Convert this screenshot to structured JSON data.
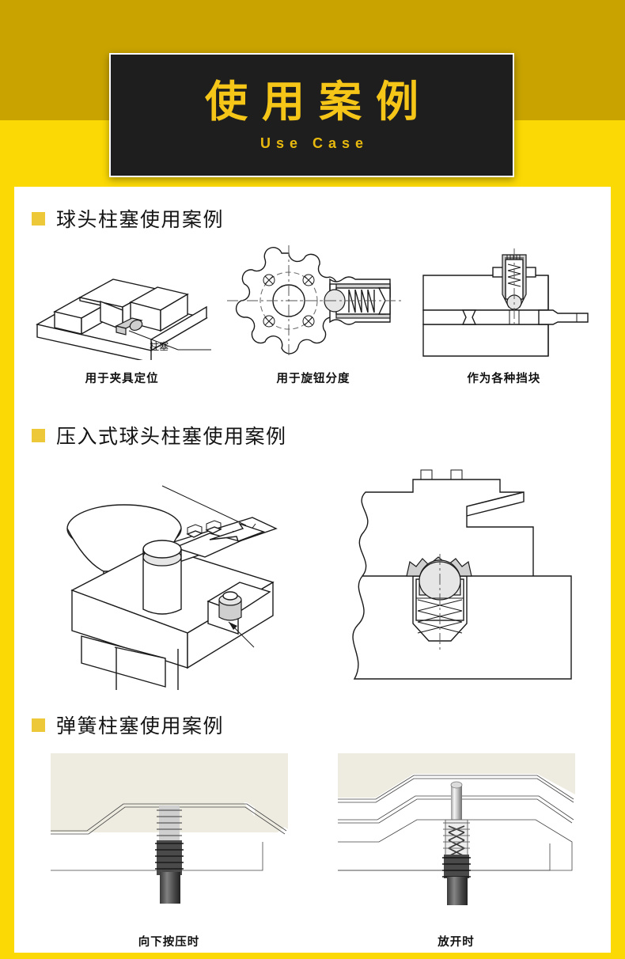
{
  "header": {
    "title_cn": "使用案例",
    "title_en": "Use Case",
    "band_color_top": "#c9a400",
    "band_color_main": "#fbd905",
    "plaque_bg": "#1e1e1e",
    "plaque_text_color": "#f5c518"
  },
  "sections": [
    {
      "id": "ball-plunger",
      "title": "球头柱塞使用案例",
      "bullet_color": "#edc838",
      "figures": [
        {
          "id": "fixture-positioning",
          "caption": "用于夹具定位",
          "annotation": "柱塞"
        },
        {
          "id": "knob-indexing",
          "caption": "用于旋钮分度"
        },
        {
          "id": "various-stoppers",
          "caption": "作为各种挡块"
        }
      ]
    },
    {
      "id": "press-fit-ball-plunger",
      "title": "压入式球头柱塞使用案例",
      "bullet_color": "#edc838",
      "figures": [
        {
          "id": "press-fit-iso-view",
          "caption": ""
        },
        {
          "id": "press-fit-section-view",
          "caption": ""
        }
      ]
    },
    {
      "id": "spring-plunger",
      "title": "弹簧柱塞使用案例",
      "bullet_color": "#edc838",
      "figures": [
        {
          "id": "pressed-down",
          "caption": "向下按压时"
        },
        {
          "id": "released",
          "caption": "放开时"
        }
      ]
    }
  ]
}
